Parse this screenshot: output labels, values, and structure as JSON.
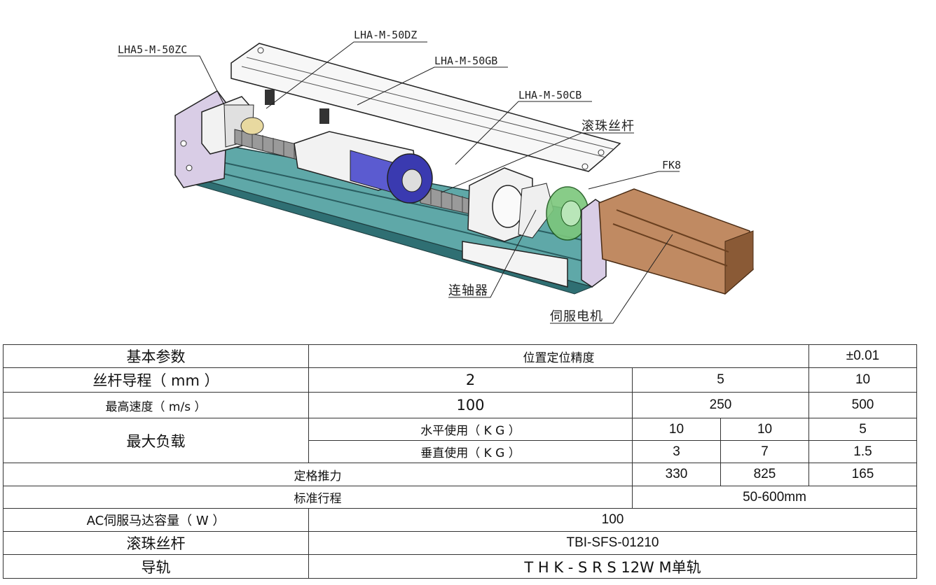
{
  "labels": {
    "zc": "LHA5-M-50ZC",
    "dz": "LHA-M-50DZ",
    "gb": "LHA-M-50GB",
    "cb": "LHA-M-50CB",
    "screw": "滚珠丝杆",
    "fk8": "FK8",
    "coupling": "连轴器",
    "motor": "伺服电机"
  },
  "colors": {
    "rail": "#5fa8a8",
    "rail_dark": "#2f6f73",
    "slider": "#5b5bd0",
    "slider_dark": "#3a3ab0",
    "motor": "#c08a62",
    "motor_dark": "#8a5a36",
    "coupling": "#7cc77c",
    "plate": "#d9cde6",
    "cover": "#f2f2f2"
  },
  "table": {
    "basic_params": "基本参数",
    "positioning_accuracy": "位置定位精度",
    "accuracy_value": "±0.01",
    "lead_label": "丝杆导程（ mm ）",
    "lead_values": [
      "2",
      "5",
      "10"
    ],
    "speed_label": "最高速度（ m/s ）",
    "speed_values": [
      "100",
      "250",
      "500"
    ],
    "max_load": "最大负载",
    "horizontal_label": "水平使用（ K G ）",
    "horizontal_values": [
      "10",
      "10",
      "5"
    ],
    "vertical_label": "垂直使用（ K G ）",
    "vertical_values": [
      "3",
      "7",
      "1.5"
    ],
    "rated_thrust": "定格推力",
    "thrust_values": [
      "330",
      "825",
      "165"
    ],
    "standard_stroke": "标准行程",
    "stroke_value": "50-600mm",
    "ac_servo_label": "AC伺服马达容量（ W ）",
    "ac_servo_value": "100",
    "ball_screw_label": "滚珠丝杆",
    "ball_screw_value": "TBI-SFS-01210",
    "guide_label": "导轨",
    "guide_value": "T H K - S R S 12W M单轨"
  }
}
